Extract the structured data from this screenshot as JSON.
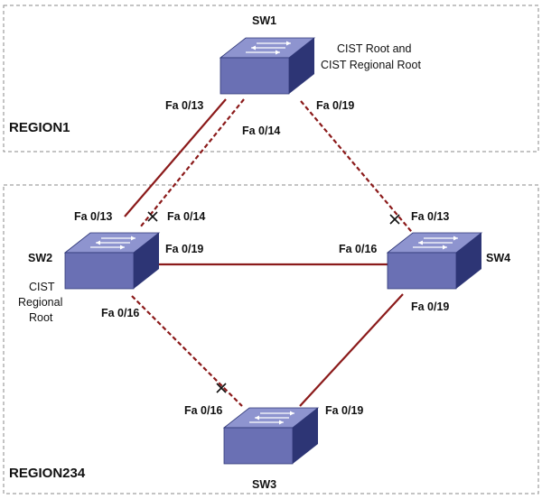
{
  "regions": {
    "region1": "REGION1",
    "region234": "REGION234"
  },
  "switches": {
    "sw1": {
      "name": "SW1",
      "note": [
        "CIST Root and",
        "CIST Regional Root"
      ]
    },
    "sw2": {
      "name": "SW2",
      "note": [
        "CIST",
        "Regional",
        "Root"
      ]
    },
    "sw3": {
      "name": "SW3"
    },
    "sw4": {
      "name": "SW4"
    }
  },
  "ports": {
    "sw1_fa13": "Fa 0/13",
    "sw1_fa14": "Fa 0/14",
    "sw1_fa19": "Fa 0/19",
    "sw2_fa13": "Fa 0/13",
    "sw2_fa14": "Fa 0/14",
    "sw2_fa19": "Fa 0/19",
    "sw2_fa16": "Fa 0/16",
    "sw4_fa13": "Fa 0/13",
    "sw4_fa16": "Fa 0/16",
    "sw4_fa19": "Fa 0/19",
    "sw3_fa16": "Fa 0/16",
    "sw3_fa19": "Fa 0/19"
  },
  "colors": {
    "link": "#8b1a1a",
    "switch_top": "#8e94cf",
    "switch_front": "#6a70b4",
    "switch_side": "#2d3575",
    "region_border": "#8a8a8a"
  },
  "links": [
    {
      "from": "SW1 Fa 0/13",
      "to": "SW2 Fa 0/13",
      "state": "forwarding"
    },
    {
      "from": "SW1 Fa 0/14",
      "to": "SW2 Fa 0/14",
      "state": "blocked"
    },
    {
      "from": "SW1 Fa 0/19",
      "to": "SW4 Fa 0/13",
      "state": "blocked"
    },
    {
      "from": "SW2 Fa 0/19",
      "to": "SW4 Fa 0/16",
      "state": "forwarding"
    },
    {
      "from": "SW2 Fa 0/16",
      "to": "SW3 Fa 0/16",
      "state": "blocked"
    },
    {
      "from": "SW4 Fa 0/19",
      "to": "SW3 Fa 0/19",
      "state": "forwarding"
    }
  ]
}
